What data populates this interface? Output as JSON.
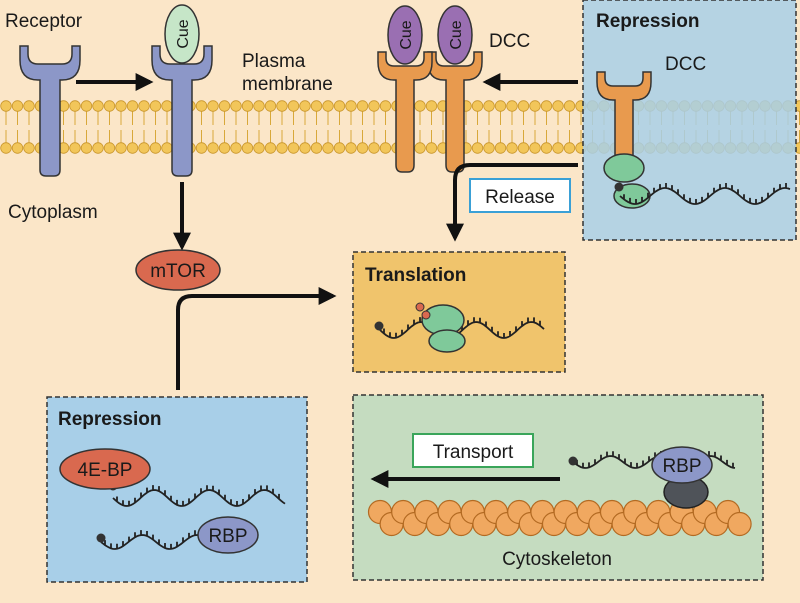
{
  "labels": {
    "receptor": "Receptor",
    "plasma_line1": "Plasma",
    "plasma_line2": "membrane",
    "cytoplasm": "Cytoplasm",
    "dcc_top": "DCC",
    "dcc_box": "DCC",
    "cue_green": "Cue",
    "cue_purple_1": "Cue",
    "cue_purple_2": "Cue",
    "mtor": "mTOR",
    "release": "Release",
    "translation": "Translation",
    "repression_top": "Repression",
    "repression_bottom": "Repression",
    "eif4ebp": "4E-BP",
    "rbp_left": "RBP",
    "rbp_right": "RBP",
    "transport": "Transport",
    "cytoskeleton": "Cytoskeleton"
  },
  "colors": {
    "background": "#fbe6c8",
    "membrane_lipid": "#f2c65a",
    "receptor_blue": "#8c97c8",
    "dcc_orange": "#e89a4e",
    "cue_green": "#c6e6c8",
    "cue_purple": "#9a6fb2",
    "mtor_red": "#d9694f",
    "ribosome_green": "#7fc99a",
    "repression_box": "#a8cfe8",
    "translation_box": "#f0c46c",
    "transport_box": "#c5dcc0",
    "release_border": "#3aa0d6",
    "transport_border": "#3aa55a",
    "cytoskeleton_orange": "#f0a860"
  }
}
